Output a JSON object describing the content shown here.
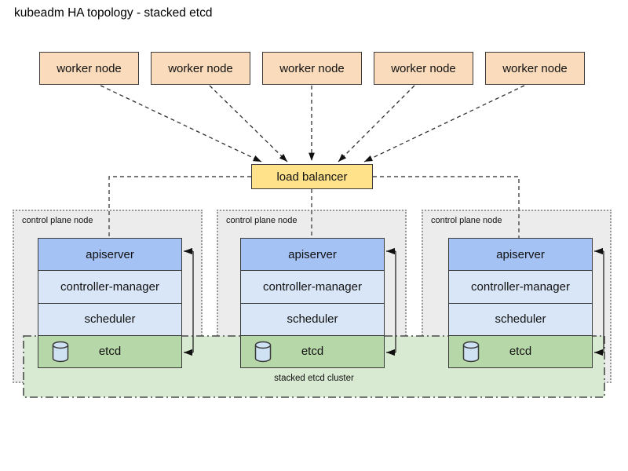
{
  "title": "kubeadm HA topology - stacked etcd",
  "workers": {
    "labels": [
      "worker node",
      "worker node",
      "worker node",
      "worker node",
      "worker node"
    ]
  },
  "load_balancer": {
    "label": "load balancer"
  },
  "control_plane": {
    "node_label": "control plane node",
    "components": [
      "apiserver",
      "controller-manager",
      "scheduler",
      "etcd"
    ]
  },
  "etcd_cluster": {
    "label": "stacked etcd cluster"
  },
  "icons": {
    "etcd": "database-cylinder-icon"
  },
  "colors": {
    "worker_fill": "#fadcbc",
    "lb_fill": "#ffe28a",
    "apiserver_fill": "#a4c2f4",
    "component_fill": "#d9e6f7",
    "etcd_fill": "#b6d7a8",
    "cluster_fill": "#d9ead3",
    "node_fill": "#ececec",
    "node_border": "#999999",
    "box_border": "#3a3a3a",
    "connector": "#333333"
  }
}
